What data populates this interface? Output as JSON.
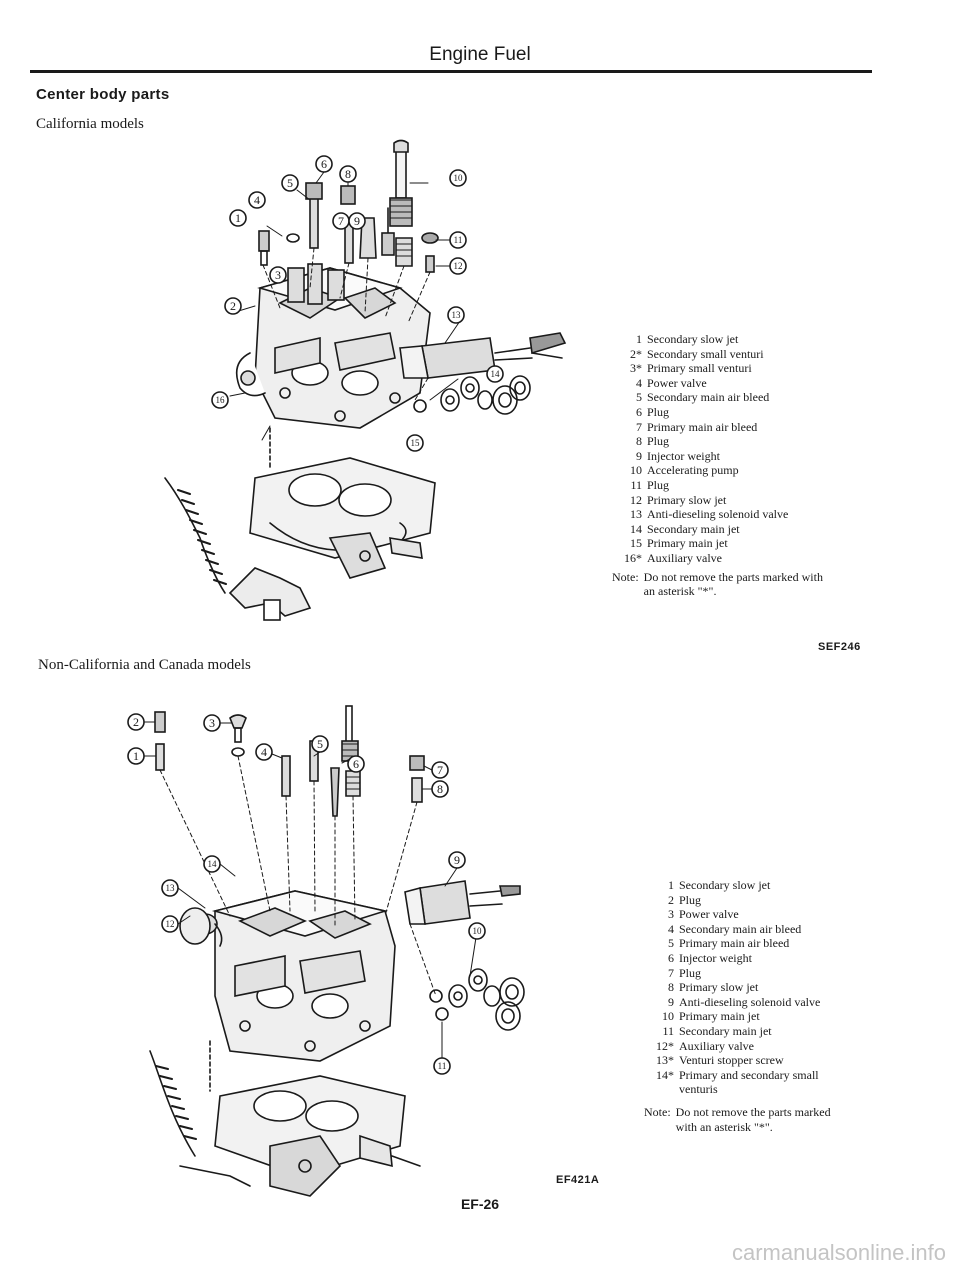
{
  "header": {
    "title": "Engine Fuel"
  },
  "section": {
    "title": "Center body parts"
  },
  "california": {
    "subtitle": "California models",
    "callouts": [
      "1",
      "2",
      "3",
      "4",
      "5",
      "6",
      "7",
      "8",
      "9",
      "10",
      "11",
      "12",
      "13",
      "14",
      "15",
      "16"
    ],
    "legend": [
      {
        "num": "1",
        "text": "Secondary slow jet"
      },
      {
        "num": "2*",
        "text": "Secondary small venturi"
      },
      {
        "num": "3*",
        "text": "Primary small venturi"
      },
      {
        "num": "4",
        "text": "Power valve"
      },
      {
        "num": "5",
        "text": "Secondary main air bleed"
      },
      {
        "num": "6",
        "text": "Plug"
      },
      {
        "num": "7",
        "text": "Primary main air bleed"
      },
      {
        "num": "8",
        "text": "Plug"
      },
      {
        "num": "9",
        "text": "Injector weight"
      },
      {
        "num": "10",
        "text": "Accelerating pump"
      },
      {
        "num": "11",
        "text": "Plug"
      },
      {
        "num": "12",
        "text": "Primary slow jet"
      },
      {
        "num": "13",
        "text": "Anti-dieseling solenoid valve"
      },
      {
        "num": "14",
        "text": "Secondary main jet"
      },
      {
        "num": "15",
        "text": "Primary main jet"
      },
      {
        "num": "16*",
        "text": "Auxiliary valve"
      }
    ],
    "note_label": "Note:",
    "note_text": "Do not remove the parts marked with an asterisk \"*\".",
    "figure_code": "SEF246"
  },
  "noncalifornia": {
    "subtitle": "Non-California and Canada models",
    "callouts": [
      "1",
      "2",
      "3",
      "4",
      "5",
      "6",
      "7",
      "8",
      "9",
      "10",
      "11",
      "12",
      "13",
      "14"
    ],
    "legend": [
      {
        "num": "1",
        "text": "Secondary slow jet"
      },
      {
        "num": "2",
        "text": "Plug"
      },
      {
        "num": "3",
        "text": "Power valve"
      },
      {
        "num": "4",
        "text": "Secondary main air bleed"
      },
      {
        "num": "5",
        "text": "Primary main air bleed"
      },
      {
        "num": "6",
        "text": "Injector weight"
      },
      {
        "num": "7",
        "text": "Plug"
      },
      {
        "num": "8",
        "text": "Primary slow jet"
      },
      {
        "num": "9",
        "text": "Anti-dieseling solenoid valve"
      },
      {
        "num": "10",
        "text": "Primary main jet"
      },
      {
        "num": "11",
        "text": "Secondary main jet"
      },
      {
        "num": "12*",
        "text": "Auxiliary valve"
      },
      {
        "num": "13*",
        "text": "Venturi stopper screw"
      },
      {
        "num": "14*",
        "text": "Primary and secondary small venturis"
      }
    ],
    "note_label": "Note:",
    "note_text": "Do not remove the parts marked with an asterisk \"*\".",
    "figure_code": "EF421A"
  },
  "footer": {
    "page_number": "EF-26",
    "watermark": "carmanualsonline.info"
  }
}
